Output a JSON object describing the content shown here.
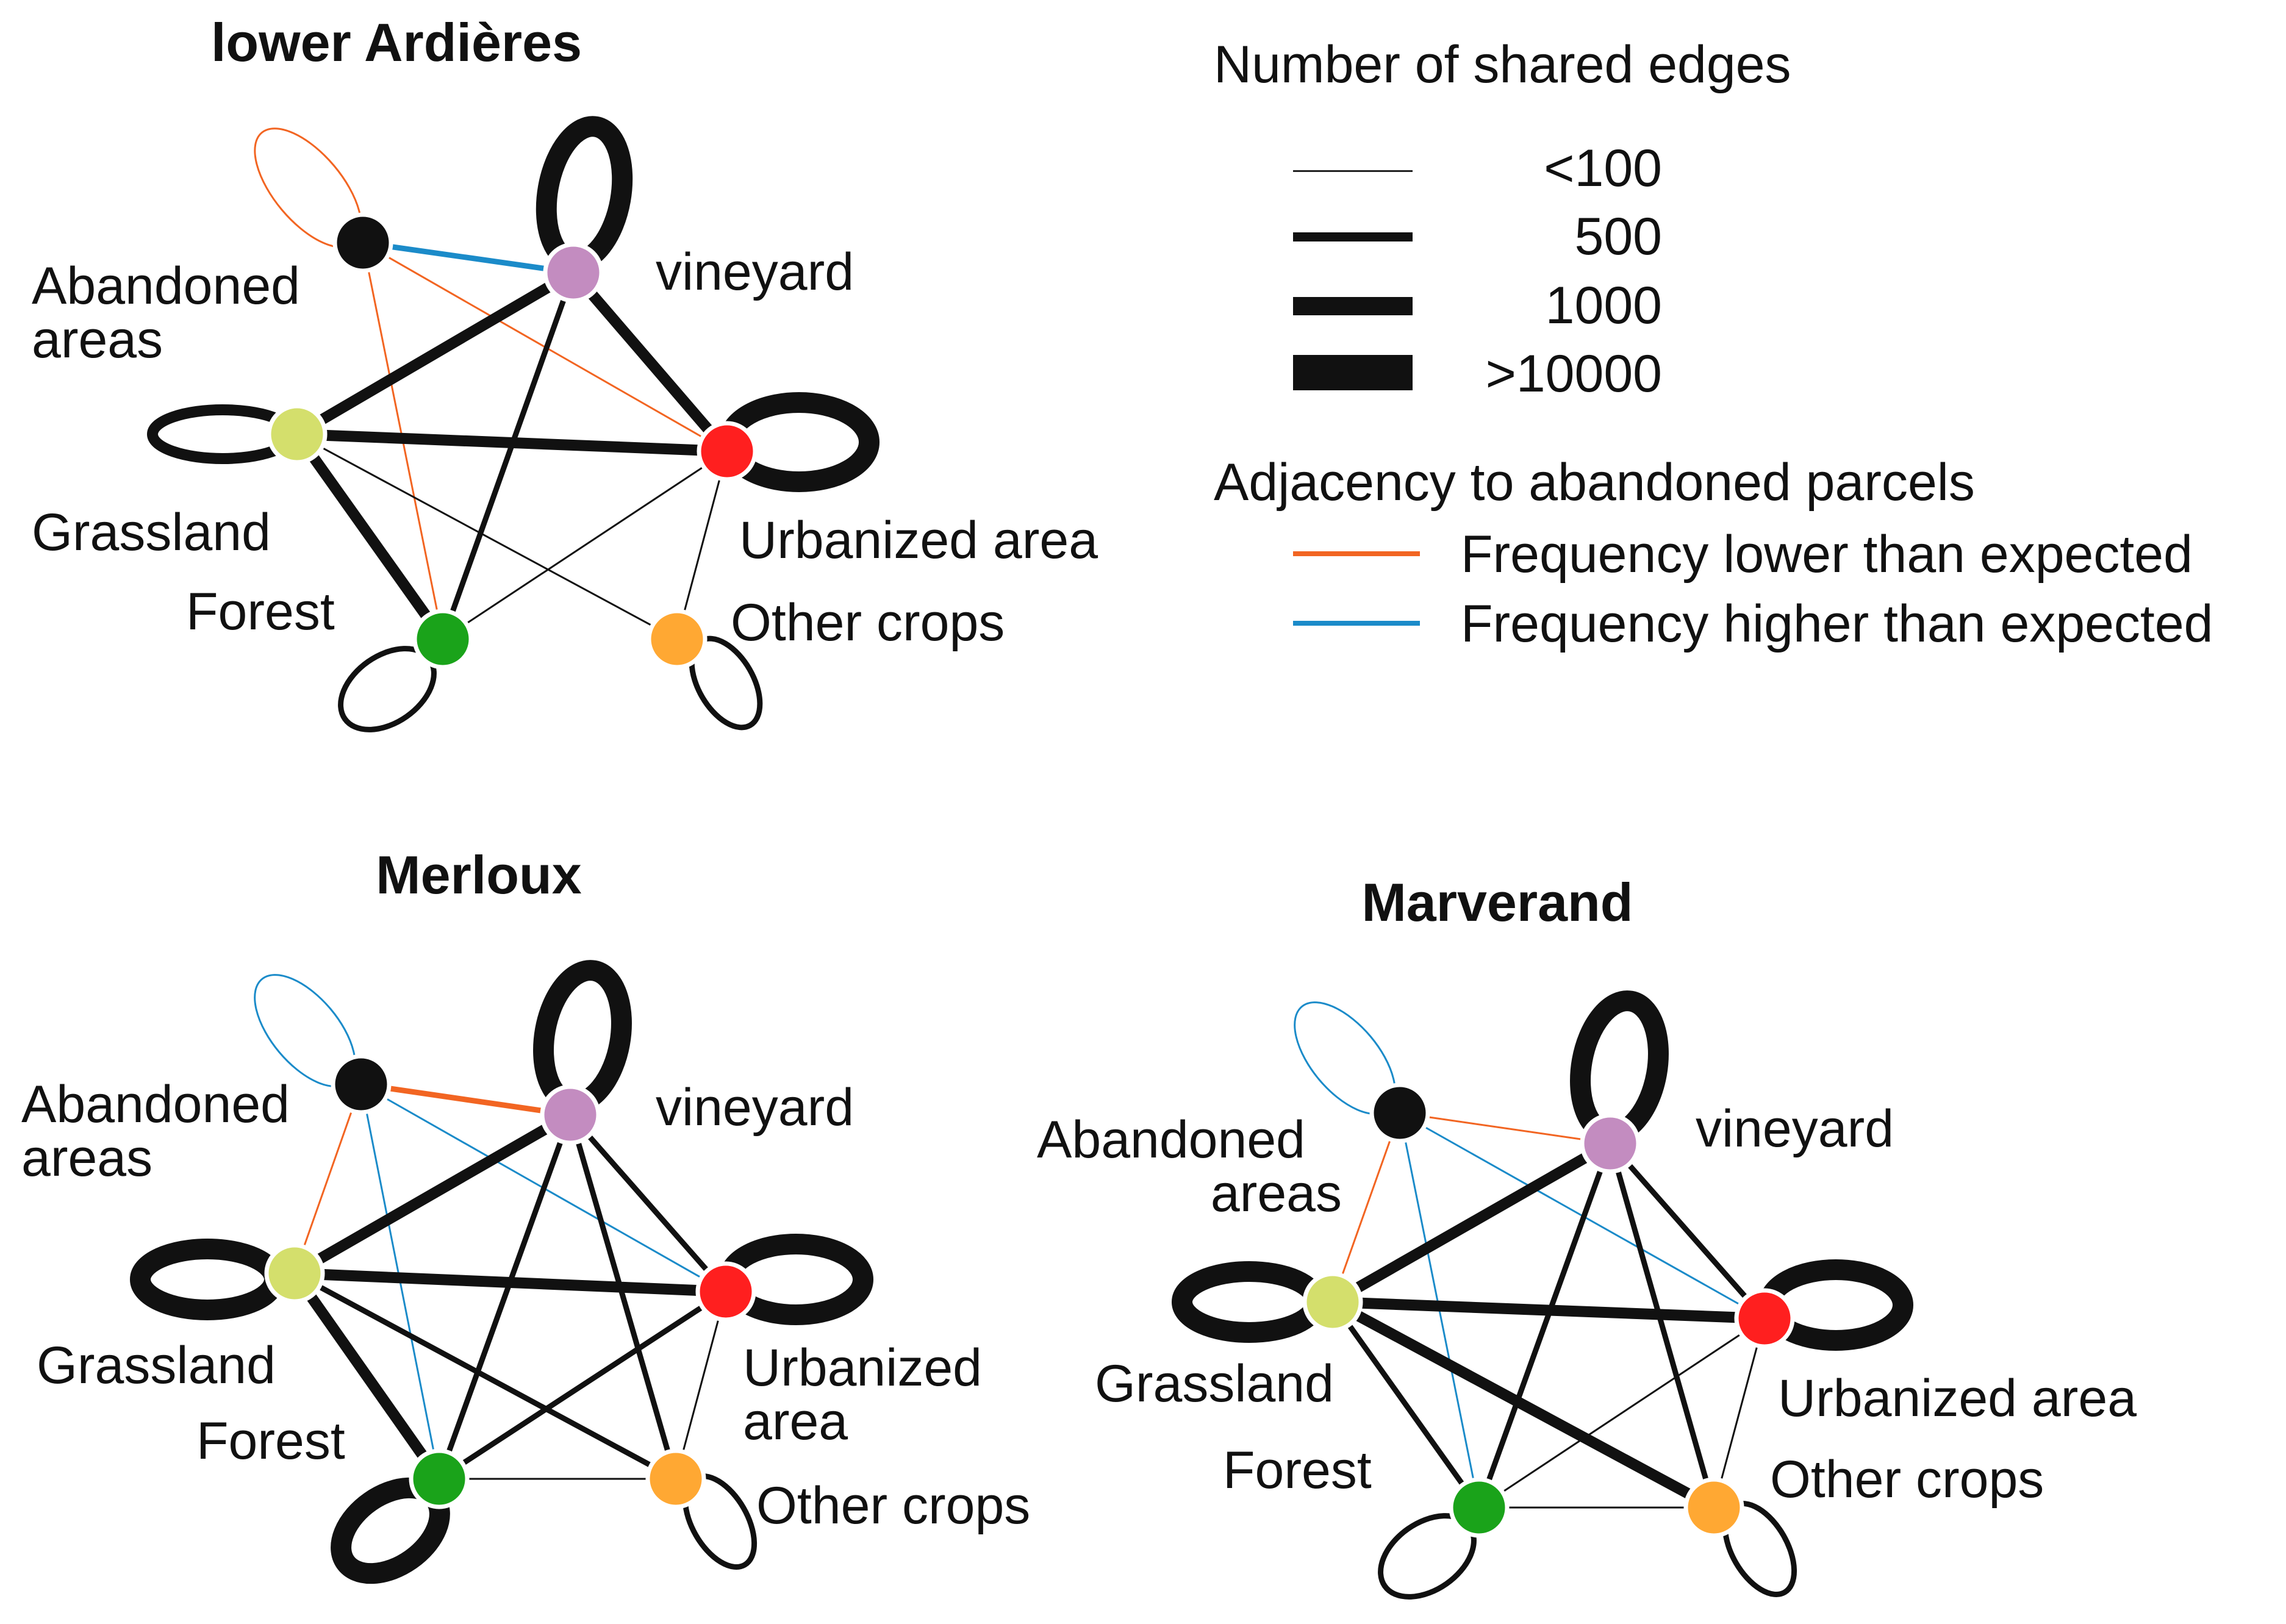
{
  "legend": {
    "edges_title": "Number of shared edges",
    "widths": [
      {
        "label": "<100",
        "weight": "thin"
      },
      {
        "label": "500",
        "weight": "medium"
      },
      {
        "label": "1000",
        "weight": "thick"
      },
      {
        "label": ">10000",
        "weight": "xthick"
      }
    ],
    "adjacency_title": "Adjacency to abandoned parcels",
    "adjacency": [
      {
        "label": "Frequency lower than expected",
        "color": "#f26522"
      },
      {
        "label": "Frequency higher than expected",
        "color": "#1b8bc9"
      }
    ]
  },
  "colors": {
    "abandoned": "#111111",
    "vineyard": "#c38cc0",
    "grassland": "#d4df6c",
    "urbanized": "#ff1f1f",
    "forest": "#1aa31a",
    "other_crops": "#ffa833",
    "edge": "#111111",
    "lower": "#f26522",
    "higher": "#1b8bc9"
  },
  "graphs": [
    {
      "title": "lower Ardières",
      "nodes": [
        {
          "id": "abandoned",
          "label": "Abandoned areas",
          "label_lines": [
            "Abandoned",
            "areas"
          ]
        },
        {
          "id": "vineyard",
          "label": "vineyard"
        },
        {
          "id": "grassland",
          "label": "Grassland"
        },
        {
          "id": "urbanized",
          "label": "Urbanized area"
        },
        {
          "id": "forest",
          "label": "Forest"
        },
        {
          "id": "other_crops",
          "label": "Other crops"
        }
      ],
      "edges": [
        {
          "source": "abandoned",
          "target": "abandoned",
          "weight": "thin",
          "color": "lower"
        },
        {
          "source": "abandoned",
          "target": "vineyard",
          "weight": "medium",
          "color": "higher"
        },
        {
          "source": "abandoned",
          "target": "urbanized",
          "weight": "thin",
          "color": "lower"
        },
        {
          "source": "abandoned",
          "target": "forest",
          "weight": "thin",
          "color": "lower"
        },
        {
          "source": "vineyard",
          "target": "vineyard",
          "weight": "xthick",
          "color": "edge"
        },
        {
          "source": "vineyard",
          "target": "grassland",
          "weight": "thick",
          "color": "edge"
        },
        {
          "source": "vineyard",
          "target": "urbanized",
          "weight": "thick",
          "color": "edge"
        },
        {
          "source": "vineyard",
          "target": "forest",
          "weight": "medium",
          "color": "edge"
        },
        {
          "source": "grassland",
          "target": "grassland",
          "weight": "thick",
          "color": "edge"
        },
        {
          "source": "grassland",
          "target": "urbanized",
          "weight": "thick",
          "color": "edge"
        },
        {
          "source": "grassland",
          "target": "forest",
          "weight": "thick",
          "color": "edge"
        },
        {
          "source": "grassland",
          "target": "other_crops",
          "weight": "thin",
          "color": "edge"
        },
        {
          "source": "urbanized",
          "target": "urbanized",
          "weight": "xthick",
          "color": "edge"
        },
        {
          "source": "urbanized",
          "target": "forest",
          "weight": "thin",
          "color": "edge"
        },
        {
          "source": "urbanized",
          "target": "other_crops",
          "weight": "thin",
          "color": "edge"
        },
        {
          "source": "forest",
          "target": "forest",
          "weight": "medium",
          "color": "edge"
        },
        {
          "source": "other_crops",
          "target": "other_crops",
          "weight": "medium",
          "color": "edge"
        }
      ]
    },
    {
      "title": "Merloux",
      "nodes": [
        {
          "id": "abandoned",
          "label": "Abandoned areas",
          "label_lines": [
            "Abandoned",
            "areas"
          ]
        },
        {
          "id": "vineyard",
          "label": "vineyard"
        },
        {
          "id": "grassland",
          "label": "Grassland"
        },
        {
          "id": "urbanized",
          "label": "Urbanized area",
          "label_lines": [
            "Urbanized",
            "area"
          ]
        },
        {
          "id": "forest",
          "label": "Forest"
        },
        {
          "id": "other_crops",
          "label": "Other crops"
        }
      ],
      "edges": [
        {
          "source": "abandoned",
          "target": "abandoned",
          "weight": "thin",
          "color": "higher"
        },
        {
          "source": "abandoned",
          "target": "vineyard",
          "weight": "medium",
          "color": "lower"
        },
        {
          "source": "abandoned",
          "target": "grassland",
          "weight": "thin",
          "color": "lower"
        },
        {
          "source": "abandoned",
          "target": "urbanized",
          "weight": "thin",
          "color": "higher"
        },
        {
          "source": "abandoned",
          "target": "forest",
          "weight": "thin",
          "color": "higher"
        },
        {
          "source": "vineyard",
          "target": "vineyard",
          "weight": "xthick",
          "color": "edge"
        },
        {
          "source": "vineyard",
          "target": "grassland",
          "weight": "thick",
          "color": "edge"
        },
        {
          "source": "vineyard",
          "target": "urbanized",
          "weight": "medium",
          "color": "edge"
        },
        {
          "source": "vineyard",
          "target": "forest",
          "weight": "medium",
          "color": "edge"
        },
        {
          "source": "vineyard",
          "target": "other_crops",
          "weight": "medium",
          "color": "edge"
        },
        {
          "source": "grassland",
          "target": "grassland",
          "weight": "xthick",
          "color": "edge"
        },
        {
          "source": "grassland",
          "target": "urbanized",
          "weight": "thick",
          "color": "edge"
        },
        {
          "source": "grassland",
          "target": "forest",
          "weight": "thick",
          "color": "edge"
        },
        {
          "source": "grassland",
          "target": "other_crops",
          "weight": "medium",
          "color": "edge"
        },
        {
          "source": "urbanized",
          "target": "urbanized",
          "weight": "xthick",
          "color": "edge"
        },
        {
          "source": "urbanized",
          "target": "forest",
          "weight": "medium",
          "color": "edge"
        },
        {
          "source": "urbanized",
          "target": "other_crops",
          "weight": "thin",
          "color": "edge"
        },
        {
          "source": "forest",
          "target": "other_crops",
          "weight": "thin",
          "color": "edge"
        },
        {
          "source": "forest",
          "target": "forest",
          "weight": "xthick",
          "color": "edge"
        },
        {
          "source": "other_crops",
          "target": "other_crops",
          "weight": "medium",
          "color": "edge"
        }
      ]
    },
    {
      "title": "Marverand",
      "nodes": [
        {
          "id": "abandoned",
          "label": "Abandoned areas",
          "label_lines": [
            "Abandoned",
            "areas"
          ]
        },
        {
          "id": "vineyard",
          "label": "vineyard"
        },
        {
          "id": "grassland",
          "label": "Grassland"
        },
        {
          "id": "urbanized",
          "label": "Urbanized area"
        },
        {
          "id": "forest",
          "label": "Forest"
        },
        {
          "id": "other_crops",
          "label": "Other crops"
        }
      ],
      "edges": [
        {
          "source": "abandoned",
          "target": "abandoned",
          "weight": "thin",
          "color": "higher"
        },
        {
          "source": "abandoned",
          "target": "vineyard",
          "weight": "thin",
          "color": "lower"
        },
        {
          "source": "abandoned",
          "target": "grassland",
          "weight": "thin",
          "color": "lower"
        },
        {
          "source": "abandoned",
          "target": "urbanized",
          "weight": "thin",
          "color": "higher"
        },
        {
          "source": "abandoned",
          "target": "forest",
          "weight": "thin",
          "color": "higher"
        },
        {
          "source": "vineyard",
          "target": "vineyard",
          "weight": "xthick",
          "color": "edge"
        },
        {
          "source": "vineyard",
          "target": "grassland",
          "weight": "thick",
          "color": "edge"
        },
        {
          "source": "vineyard",
          "target": "urbanized",
          "weight": "medium",
          "color": "edge"
        },
        {
          "source": "vineyard",
          "target": "forest",
          "weight": "medium",
          "color": "edge"
        },
        {
          "source": "vineyard",
          "target": "other_crops",
          "weight": "medium",
          "color": "edge"
        },
        {
          "source": "grassland",
          "target": "grassland",
          "weight": "xthick",
          "color": "edge"
        },
        {
          "source": "grassland",
          "target": "urbanized",
          "weight": "thick",
          "color": "edge"
        },
        {
          "source": "grassland",
          "target": "forest",
          "weight": "medium",
          "color": "edge"
        },
        {
          "source": "grassland",
          "target": "other_crops",
          "weight": "thick",
          "color": "edge"
        },
        {
          "source": "urbanized",
          "target": "urbanized",
          "weight": "xthick",
          "color": "edge"
        },
        {
          "source": "urbanized",
          "target": "forest",
          "weight": "thin",
          "color": "edge"
        },
        {
          "source": "urbanized",
          "target": "other_crops",
          "weight": "thin",
          "color": "edge"
        },
        {
          "source": "forest",
          "target": "other_crops",
          "weight": "thin",
          "color": "edge"
        },
        {
          "source": "forest",
          "target": "forest",
          "weight": "medium",
          "color": "edge"
        },
        {
          "source": "other_crops",
          "target": "other_crops",
          "weight": "medium",
          "color": "edge"
        }
      ]
    }
  ]
}
